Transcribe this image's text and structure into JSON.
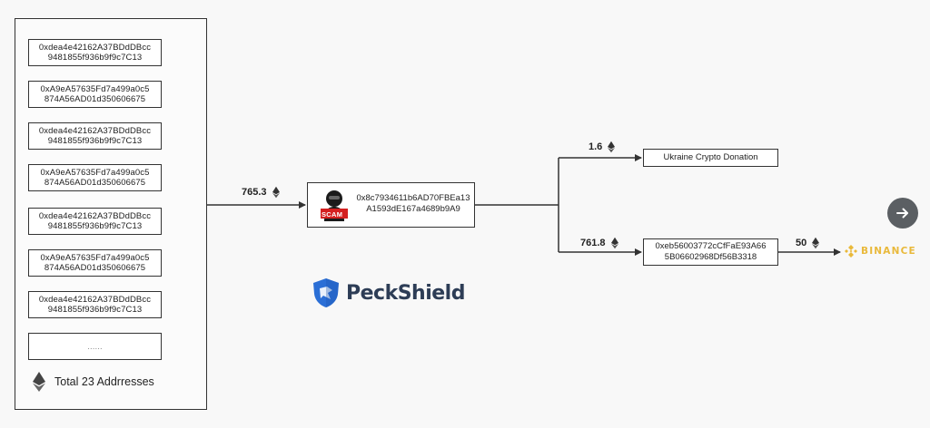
{
  "source_addresses": [
    {
      "line1": "0xdea4e42162A37BDdDBcc",
      "line2": "9481855f936b9f9c7C13"
    },
    {
      "line1": "0xA9eA57635Fd7a499a0c5",
      "line2": "874A56AD01d350606675"
    },
    {
      "line1": "0xdea4e42162A37BDdDBcc",
      "line2": "9481855f936b9f9c7C13"
    },
    {
      "line1": "0xA9eA57635Fd7a499a0c5",
      "line2": "874A56AD01d350606675"
    },
    {
      "line1": "0xdea4e42162A37BDdDBcc",
      "line2": "9481855f936b9f9c7C13"
    },
    {
      "line1": "0xA9eA57635Fd7a499a0c5",
      "line2": "874A56AD01d350606675"
    },
    {
      "line1": "0xdea4e42162A37BDdDBcc",
      "line2": "9481855f936b9f9c7C13"
    }
  ],
  "ellipsis_box": "......",
  "total_label": "Total 23 Addrresses",
  "flows": {
    "to_scammer": "765.3",
    "to_donation": "1.6",
    "to_second": "761.8",
    "to_binance": "50"
  },
  "scammer": {
    "badge": "SCAM",
    "line1": "0x8c7934611b6AD70FBEa13",
    "line2": "A1593dE167a4689b9A9"
  },
  "donation": {
    "label": "Ukraine Crypto Donation"
  },
  "second_wallet": {
    "line1": "0xeb56003772cCfFaE93A66",
    "line2": "5B06602968Df56B3318"
  },
  "logos": {
    "peckshield": "PeckShield",
    "binance": "BINANCE"
  },
  "icons": {
    "currency": "ethereum-icon",
    "next": "arrow-right-icon"
  },
  "colors": {
    "scam_red": "#d42020",
    "binance_gold": "#e9b93b",
    "peckshield_blue": "#2b6fd6",
    "peckshield_text": "#2d3d56"
  }
}
